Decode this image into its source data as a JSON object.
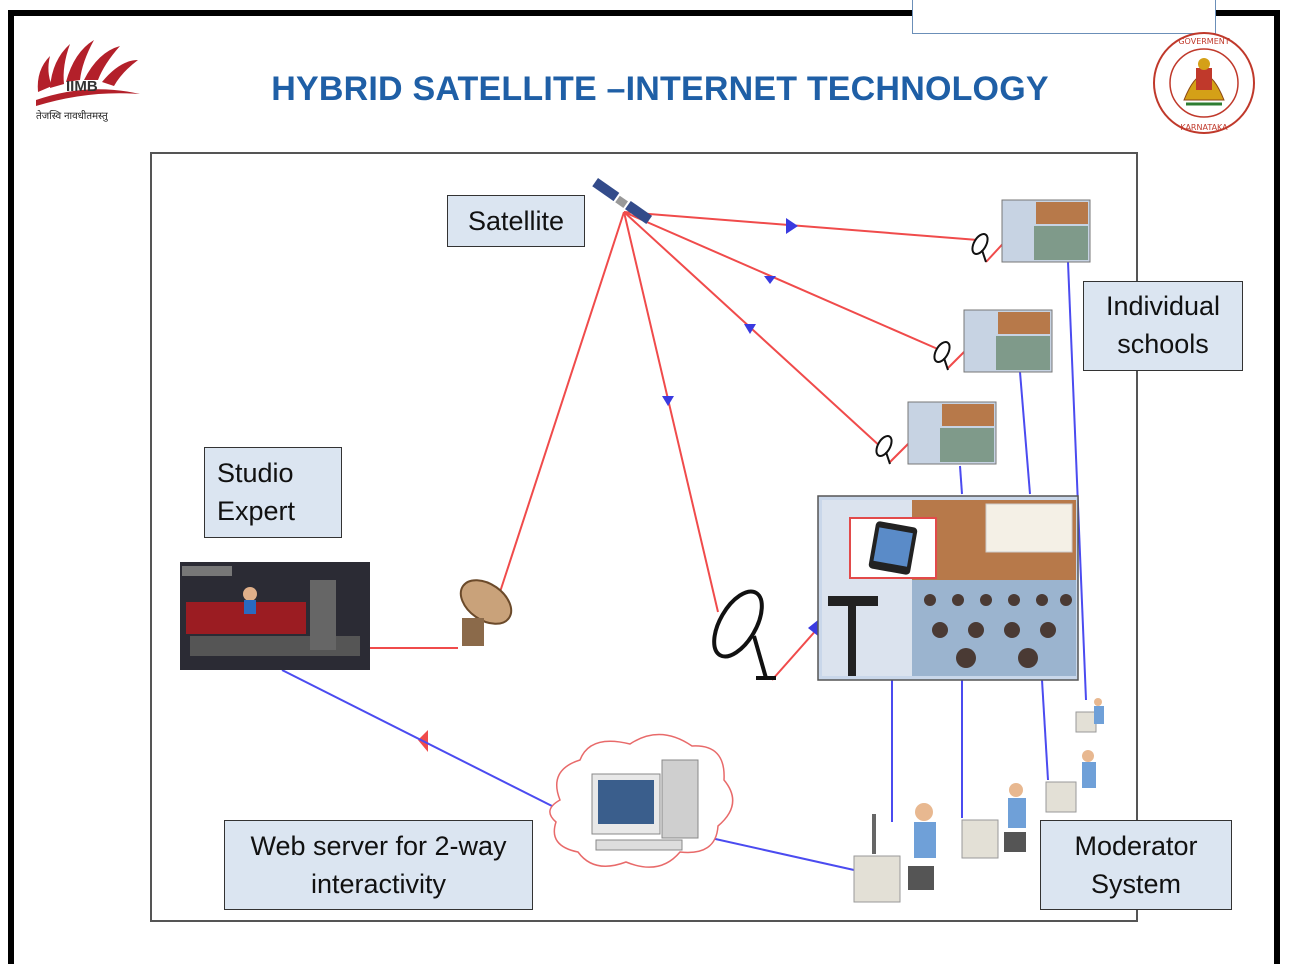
{
  "logo": {
    "iimb_text": "IIMB",
    "motto": "तेजस्वि नावधीतमस्तु",
    "seal_text": "GOVERMENT OF KARNATAKA"
  },
  "title": "HYBRID SATELLITE –INTERNET TECHNOLOGY",
  "labels": {
    "satellite": "Satellite",
    "individual_schools": [
      "Individual",
      "schools"
    ],
    "studio_expert": [
      "Studio",
      "Expert"
    ],
    "web_server": [
      "Web server for 2-way",
      "interactivity"
    ],
    "moderator_system": [
      "Moderator",
      "System"
    ]
  },
  "colors": {
    "title": "#1f5fa6",
    "label_fill": "#dbe5f1",
    "satellite_link": "#f04b4b",
    "internet_link": "#4b4bf0"
  }
}
